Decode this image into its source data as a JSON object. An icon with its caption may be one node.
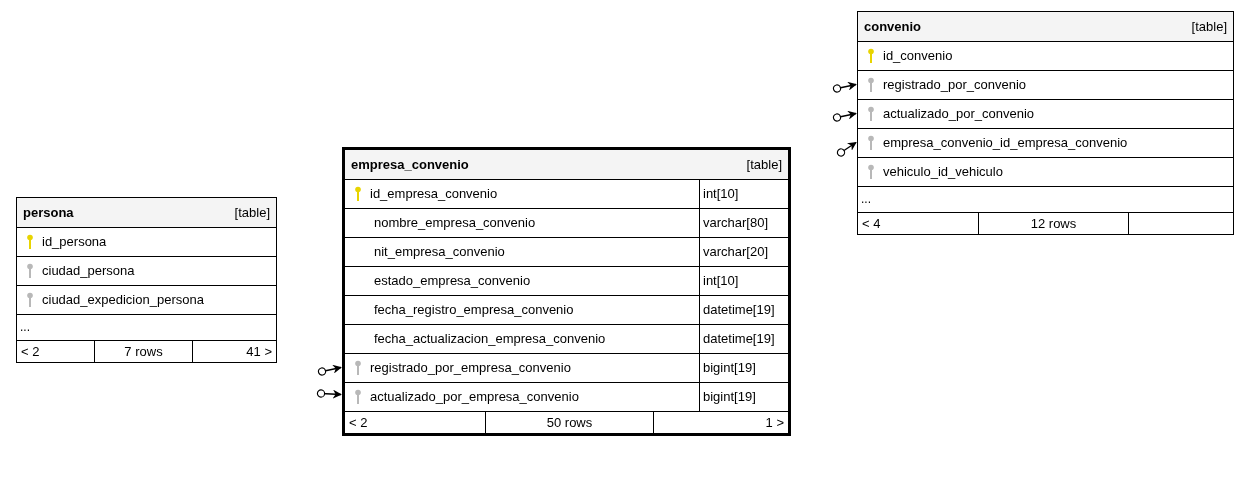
{
  "diagram": {
    "nodes": [
      {
        "text": [
          "persona",
          "[table]"
        ]
      },
      {
        "text": [
          "id_persona"
        ],
        "in": 0
      },
      {
        "text": [
          "ciudad_persona"
        ],
        "in": 0
      },
      {
        "text": [
          "ciudad_expedicion_persona"
        ],
        "in": 0
      },
      {
        "text": [
          "..."
        ],
        "in": 0
      },
      {
        "text": [
          "< 2"
        ],
        "in": 0
      },
      {
        "text": [
          "7 rows"
        ],
        "in": 0
      },
      {
        "text": [
          "41 >"
        ],
        "in": 0
      },
      {
        "text": [
          "empresa_convenio",
          "[table]"
        ]
      },
      {
        "text": [
          "id_empresa_convenio",
          "int[10]"
        ],
        "in": 8
      },
      {
        "text": [
          "nombre_empresa_convenio",
          "varchar[80]"
        ],
        "in": 8
      },
      {
        "text": [
          "nit_empresa_convenio",
          "varchar[20]"
        ],
        "in": 8
      },
      {
        "text": [
          "estado_empresa_convenio",
          "int[10]"
        ],
        "in": 8
      },
      {
        "text": [
          "fecha_registro_empresa_convenio",
          "datetime[19]"
        ],
        "in": 8
      },
      {
        "text": [
          "fecha_actualizacion_empresa_convenio",
          "datetime[19]"
        ],
        "in": 8
      },
      {
        "text": [
          "registrado_por_empresa_convenio",
          "bigint[19]"
        ],
        "in": 8
      },
      {
        "text": [
          "actualizado_por_empresa_convenio",
          "bigint[19]"
        ],
        "in": 8
      },
      {
        "text": [
          "< 2"
        ],
        "in": 8
      },
      {
        "text": [
          "50 rows"
        ],
        "in": 8
      },
      {
        "text": [
          "1 >"
        ],
        "in": 8
      },
      {
        "text": [
          "convenio",
          "[table]"
        ]
      },
      {
        "text": [
          "id_convenio"
        ],
        "in": 20
      },
      {
        "text": [
          "registrado_por_convenio"
        ],
        "in": 20
      },
      {
        "text": [
          "actualizado_por_convenio"
        ],
        "in": 20
      },
      {
        "text": [
          "empresa_convenio_id_empresa_convenio"
        ],
        "in": 20
      },
      {
        "text": [
          "vehiculo_id_vehiculo"
        ],
        "in": 20
      },
      {
        "text": [
          "..."
        ],
        "in": 20
      },
      {
        "text": [
          "< 4"
        ],
        "in": 20
      },
      {
        "text": [
          "12 rows"
        ],
        "in": 20
      }
    ],
    "edges": [
      {
        "from": null,
        "to": 15,
        "arrow": "to"
      },
      {
        "from": null,
        "to": 16,
        "arrow": "to"
      },
      {
        "from": null,
        "to": 22,
        "arrow": "to"
      },
      {
        "from": null,
        "to": 23,
        "arrow": "to"
      },
      {
        "from": null,
        "to": 24,
        "arrow": "to"
      }
    ]
  }
}
